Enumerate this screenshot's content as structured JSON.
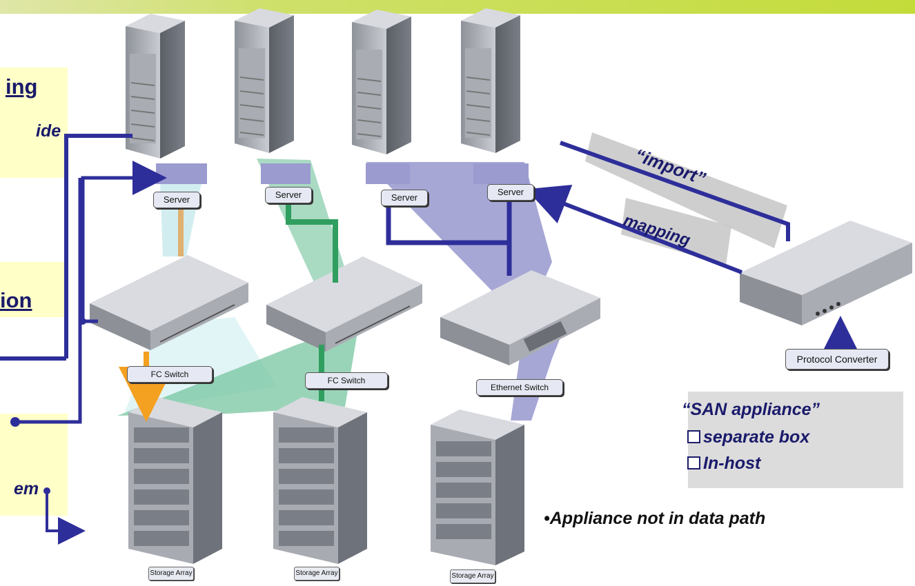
{
  "left_panel": {
    "frag_top": "ing",
    "frag_ide": "ide",
    "frag_ion": "ion",
    "frag_em": "em"
  },
  "labels": {
    "import": "“import”",
    "mapping": "mapping"
  },
  "devices": {
    "servers": [
      "Server",
      "Server",
      "Server",
      "Server"
    ],
    "switches": [
      "FC Switch",
      "FC Switch",
      "Ethernet Switch"
    ],
    "storage": [
      "Storage Array",
      "Storage Array",
      "Storage Array"
    ],
    "converter": "Protocol Converter"
  },
  "san_box": {
    "title": "“SAN appliance”",
    "items": [
      "separate box",
      "In-host"
    ]
  },
  "bullets": [
    "•Appliance not in data path"
  ],
  "colors": {
    "accent_blue": "#2e2e9a",
    "panel_yellow": "#ffffc8",
    "green_path": "#2f9e5f",
    "orange_path": "#f4a020"
  }
}
